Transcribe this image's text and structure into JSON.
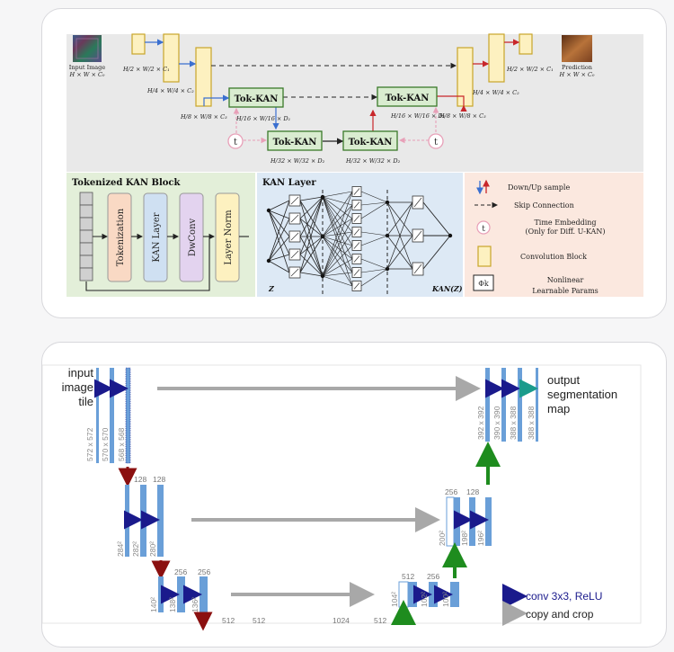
{
  "ukan": {
    "input_label": "Input Image",
    "input_dims": "H × W × C₀",
    "prediction_label": "Prediction",
    "prediction_dims": "H × W × C₀",
    "dims": {
      "c1_left": "H/2 × W/2 × C₁",
      "c2_left": "H/4 × W/4 × C₂",
      "c3_left": "H/8 × W/8 × C₃",
      "d1_left": "H/16 × W/16 × D₁",
      "d2_left": "H/32 × W/32 × D₂",
      "d2_right": "H/32 × W/32 × D₂",
      "d1_right": "H/16 × W/16 × D₁",
      "c3_right": "H/8 × W/8 × C₃",
      "c2_right": "H/4 × W/4 × C₂",
      "c1_right": "H/2 × W/2 × C₁"
    },
    "tok_kan": "Tok-KAN",
    "time": "t",
    "tokenized_block": {
      "title": "Tokenized KAN Block",
      "stages": [
        "Tokenization",
        "KAN Layer",
        "DwConv",
        "Layer Norm"
      ]
    },
    "kan_layer": {
      "title": "KAN Layer",
      "input_label": "Z",
      "output_label": "KAN(Z)"
    },
    "legend": {
      "down_up": "Down/Up sample",
      "skip": "Skip Connection",
      "time_line1": "Time Embedding",
      "time_line2": "(Only for Diff. U-KAN)",
      "conv": "Convolution Block",
      "phi_symbol": "Φk",
      "nonlinear_line1": "Nonlinear",
      "nonlinear_line2": "Learnable Params"
    },
    "colors": {
      "panel_grey": "#e9e9e9",
      "tok_green": "#e3efd9",
      "kan_blue": "#dde9f5",
      "legend_peach": "#fbe8df",
      "conv_yellow": "#fdf1c0",
      "conv_border": "#c8a52a",
      "green_box": "#d9ecd0",
      "pink": "#e8a0b8"
    }
  },
  "unet": {
    "input_label": [
      "input",
      "image",
      "tile"
    ],
    "output_label": [
      "output",
      "segmentation",
      "map"
    ],
    "level1_left_sizes": [
      "572 x 572",
      "570 x 570",
      "568 x 568"
    ],
    "level1_right_sizes": [
      "392 x 392",
      "390 x 390",
      "388 x 388",
      "388 x 388"
    ],
    "level2_left_channels": [
      "128",
      "128"
    ],
    "level2_left_sizes": [
      "284²",
      "282²",
      "280²"
    ],
    "level2_right_channels": [
      "256",
      "128"
    ],
    "level2_right_sizes": [
      "200²",
      "198²",
      "196²"
    ],
    "level3_left_channels": [
      "256",
      "256"
    ],
    "level3_left_sizes": [
      "140²",
      "138²",
      "136²"
    ],
    "level3_right_channels": [
      "512",
      "256"
    ],
    "level3_right_sizes": [
      "104²",
      "102²",
      "100²"
    ],
    "level4_channels": [
      "512",
      "512",
      "1024",
      "512"
    ],
    "legend": {
      "conv": "conv 3x3, ReLU",
      "copy": "copy and crop"
    },
    "colors": {
      "bar_blue": "#6a9fd8",
      "arrow_navy": "#1a1a8c",
      "arrow_red": "#8b1010",
      "arrow_green": "#1e8c1e",
      "arrow_teal": "#1a9b8c",
      "copy_grey": "#a8a8a8"
    }
  }
}
